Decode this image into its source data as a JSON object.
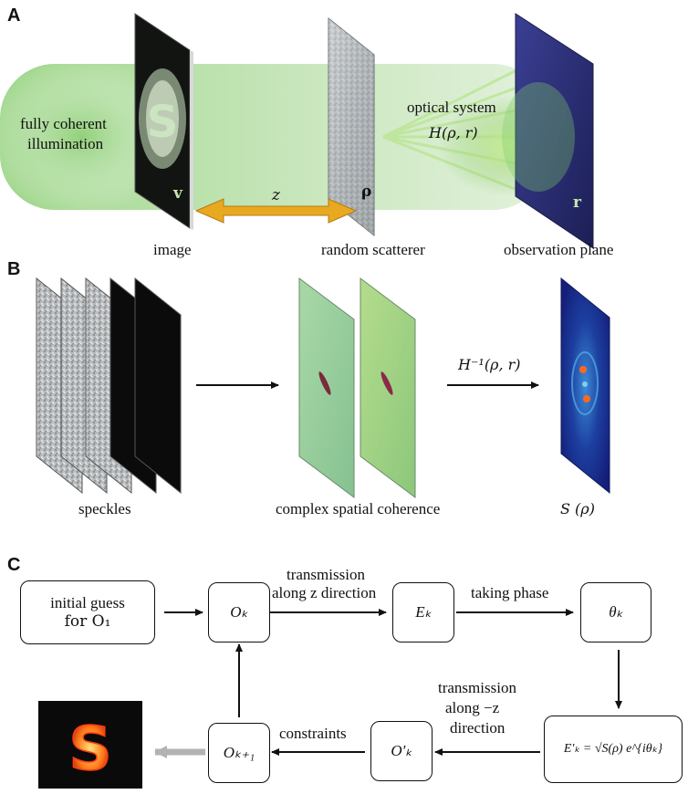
{
  "panels": {
    "a": "A",
    "b": "B",
    "c": "C"
  },
  "panel_a": {
    "illumination_line1": "fully coherent",
    "illumination_line2": "illumination",
    "image_label": "image",
    "scatterer_label": "random scatterer",
    "observation_label": "observation plane",
    "optical_system": "optical system",
    "transfer_function": "H(ρ, r)",
    "distance": "z",
    "coord_v": "v",
    "coord_rho": "ρ",
    "coord_r": "r",
    "letter_on_image": "S"
  },
  "panel_b": {
    "speckles_label": "speckles",
    "coherence_label": "complex spatial coherence",
    "inverse_transform": "H⁻¹(ρ, r)",
    "result_label": "S (ρ)"
  },
  "panel_c": {
    "initial_line1": "initial guess",
    "initial_line2": "for O₁",
    "ok": "Oₖ",
    "ek": "Eₖ",
    "theta_k": "θₖ",
    "ek_prime": "E′ₖ = √S(ρ) e^{iθₖ}",
    "ok_prime": "O′ₖ",
    "ok_plus_1": "Oₖ₊₁",
    "trans_forward_line1": "transmission",
    "trans_forward_line2": "along z direction",
    "taking_phase": "taking phase",
    "trans_back_line1": "transmission",
    "trans_back_line2": "along −z",
    "trans_back_line3": "direction",
    "constraints": "constraints",
    "reconstruction_letter": "S"
  },
  "colors": {
    "green_beam": "#9fd48a",
    "arrow_gold": "#e8a920",
    "observation_blue": "#2c2f7a",
    "coherence_green": "#9ccf9a",
    "result_blue": "#1a2f8f"
  }
}
